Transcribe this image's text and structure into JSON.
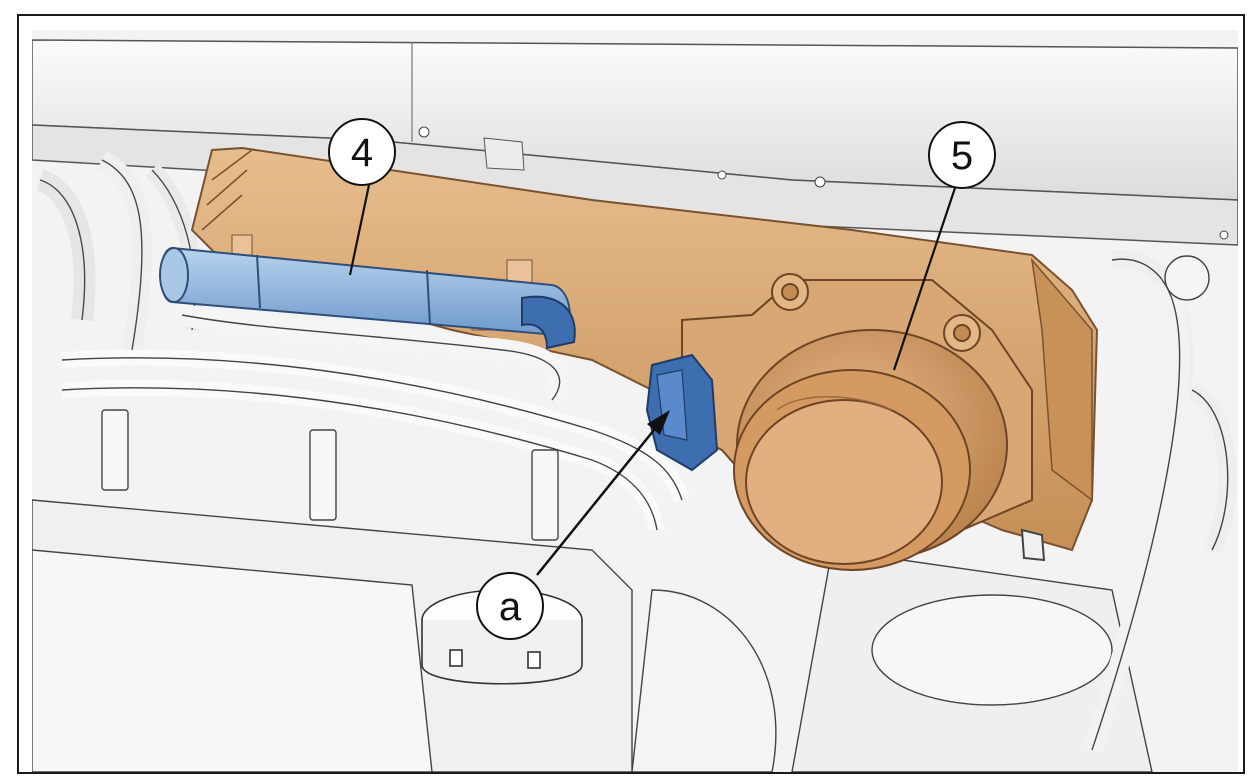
{
  "callouts": {
    "c4": {
      "label": "4"
    },
    "c5": {
      "label": "5"
    },
    "ca": {
      "label": "a"
    }
  },
  "colors": {
    "manifold": "#d9a773",
    "manifold_shade": "#c08a52",
    "throttle": "#d6a06b",
    "injector_blue": "#8fb6dc",
    "connector_blue": "#3d6fb0",
    "engine_gray": "#f1f1f1",
    "outline": "#3a3a3a"
  },
  "icons": [
    "callout-circle",
    "pointer-line",
    "arrow-head"
  ]
}
